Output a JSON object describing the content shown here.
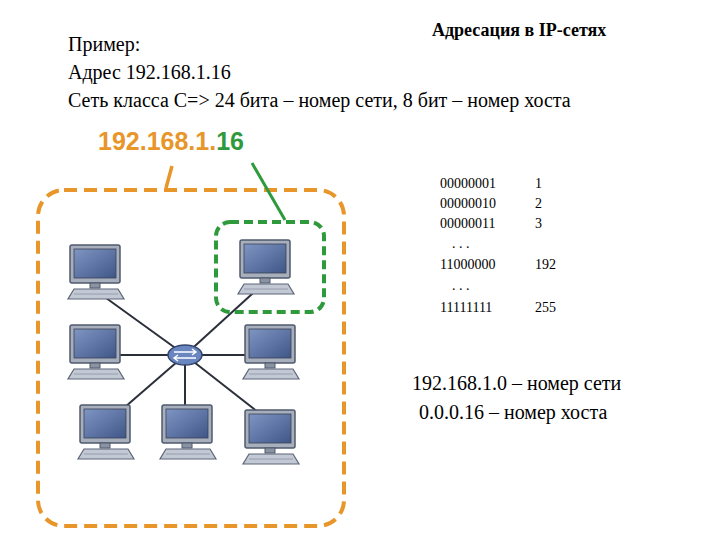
{
  "diagram": {
    "title": "Адресация в IP-сетях",
    "labels": [
      "Пример:",
      "Адрес 192.168.1.16",
      "Сеть класса С=> 24 бита – номер сети, 8 бит – номер хоста",
      "192.168.1.",
      "16",
      "00000001",
      "1",
      "00000010",
      "2",
      "00000011",
      "3",
      ". . .",
      "11000000",
      "192",
      ". . .",
      "11111111",
      "255",
      "192.168.1.0 – номер сети",
      "0.0.0.16 – номер хоста"
    ]
  }
}
